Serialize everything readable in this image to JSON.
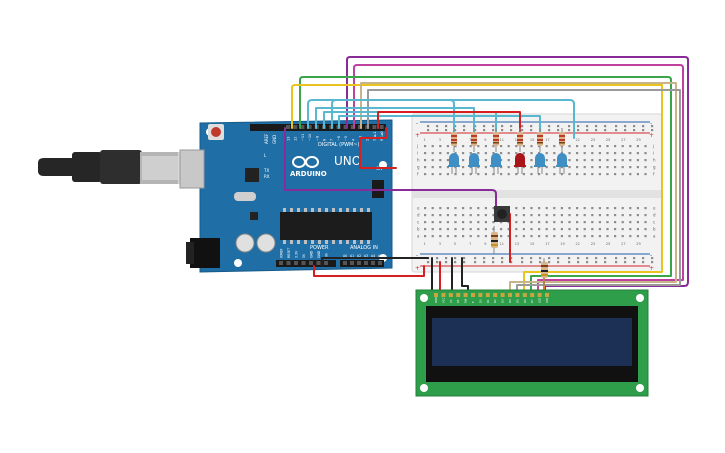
{
  "colors": {
    "background": "#ffffff",
    "arduino_board": "#1f6fa6",
    "arduino_dark": "#155a8a",
    "breadboard": "#f2f2f2",
    "lcd_pcb": "#2f9e4a",
    "lcd_screen": "#1c2f55",
    "led_blue": "#3f8fc4",
    "led_red": "#a8141a",
    "rail_red": "#d3252c",
    "rail_blue": "#1f5fa8",
    "wire_red": "#d42020",
    "wire_black": "#222222",
    "wire_cyan": "#58b8d0",
    "wire_purple": "#8a2b9a",
    "wire_magenta": "#c040a0",
    "wire_green": "#3aa64a",
    "wire_yellow": "#e8c420",
    "wire_gray": "#9a9a9a",
    "wire_tan": "#c8b48a",
    "wire_orange": "#e07a2a"
  },
  "arduino": {
    "brand": "ARDUINO",
    "model": "UNO",
    "digital_label": "DIGITAL (PWM~)",
    "power_label": "POWER",
    "analog_label": "ANALOG IN",
    "on_label": "ON",
    "tx_label": "TX",
    "rx_label": "RX",
    "l_label": "L",
    "aref_label": "AREF",
    "gnd_label": "GND",
    "digital_pins": [
      "13",
      "12",
      "~11",
      "~10",
      "~9",
      "8",
      "7",
      "~6",
      "~5",
      "4",
      "~3",
      "2",
      "TX►1",
      "RX◄0"
    ],
    "power_pins": [
      "IOREF",
      "RESET",
      "3.3V",
      "5V",
      "GND",
      "GND",
      "Vin"
    ],
    "analog_pins": [
      "A0",
      "A1",
      "A2",
      "A3",
      "A4",
      "A5"
    ]
  },
  "breadboard": {
    "col_labels": [
      "1",
      "3",
      "5",
      "7",
      "9",
      "11",
      "13",
      "15",
      "17",
      "19",
      "21",
      "23",
      "25",
      "27",
      "29"
    ],
    "row_labels_top": [
      "j",
      "i",
      "h",
      "g",
      "f"
    ],
    "row_labels_bottom": [
      "e",
      "d",
      "c",
      "b",
      "a"
    ],
    "plus": "+",
    "minus": "-"
  },
  "leds": [
    {
      "color": "blue"
    },
    {
      "color": "blue"
    },
    {
      "color": "blue"
    },
    {
      "color": "red"
    },
    {
      "color": "blue"
    },
    {
      "color": "blue"
    }
  ],
  "lcd": {
    "pins": [
      "GND",
      "VCC",
      "V0",
      "RS",
      "RW",
      "E",
      "D0",
      "D1",
      "D2",
      "D3",
      "D4",
      "D5",
      "D6",
      "D7",
      "LED",
      "LED"
    ]
  },
  "icons": [
    "usb-plug-icon",
    "reset-button-icon",
    "pushbutton-icon",
    "resistor-icon",
    "led-icon"
  ]
}
